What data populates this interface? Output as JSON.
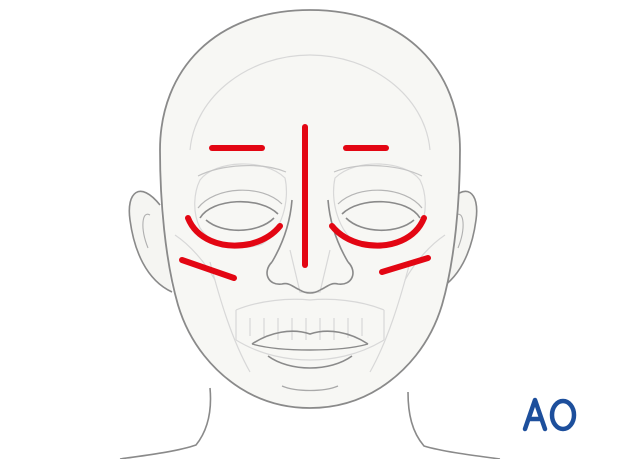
{
  "diagram": {
    "incision_color": "#e30613",
    "outline_color": "#8a8a8a",
    "skull_color": "#d8d8d8",
    "skin_tint": "#f3f3ee",
    "incisions": [
      {
        "id": "left-brow",
        "name": "left-eyebrow-incision"
      },
      {
        "id": "right-brow",
        "name": "right-eyebrow-incision"
      },
      {
        "id": "glabella-nasal",
        "name": "midline-nasal-incision"
      },
      {
        "id": "left-lower-lid",
        "name": "left-lower-eyelid-incision"
      },
      {
        "id": "right-lower-lid",
        "name": "right-lower-eyelid-incision"
      },
      {
        "id": "left-cheek",
        "name": "left-cheek-incision"
      },
      {
        "id": "right-cheek",
        "name": "right-cheek-incision"
      }
    ]
  },
  "logo": {
    "text": "AO",
    "color": "#1d4f9c"
  }
}
